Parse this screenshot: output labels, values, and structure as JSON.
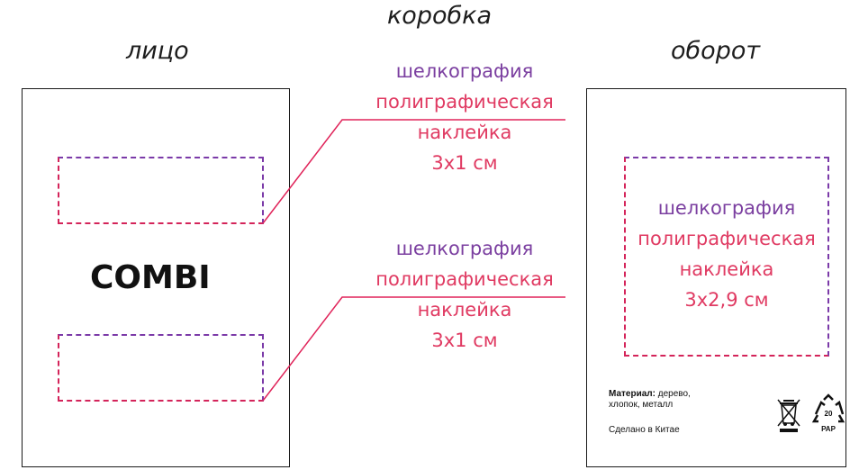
{
  "headings": {
    "box": "коробка",
    "front": "лицо",
    "back": "оборот"
  },
  "front": {
    "logo": "COMBI"
  },
  "callouts": [
    {
      "line1": "шелкография",
      "line2": "полиграфическая",
      "line3": "наклейка",
      "line4": "3х1 см"
    },
    {
      "line1": "шелкография",
      "line2": "полиграфическая",
      "line3": "наклейка",
      "line4": "3х1 см"
    }
  ],
  "back": {
    "area": {
      "line1": "шелкография",
      "line2": "полиграфическая",
      "line3": "наклейка",
      "line4": "3х2,9 см"
    },
    "material_label": "Материал:",
    "material_value1": " дерево,",
    "material_value2": "хлопок, металл",
    "made_in": "Сделано в Китае",
    "pap_number": "20",
    "pap_text": "PAP"
  },
  "colors": {
    "violet": "#7b3fa0",
    "pink": "#e03a62",
    "leader": "#e0245a"
  },
  "icons": [
    "crossed-bin-icon",
    "recycle-pap-icon"
  ]
}
